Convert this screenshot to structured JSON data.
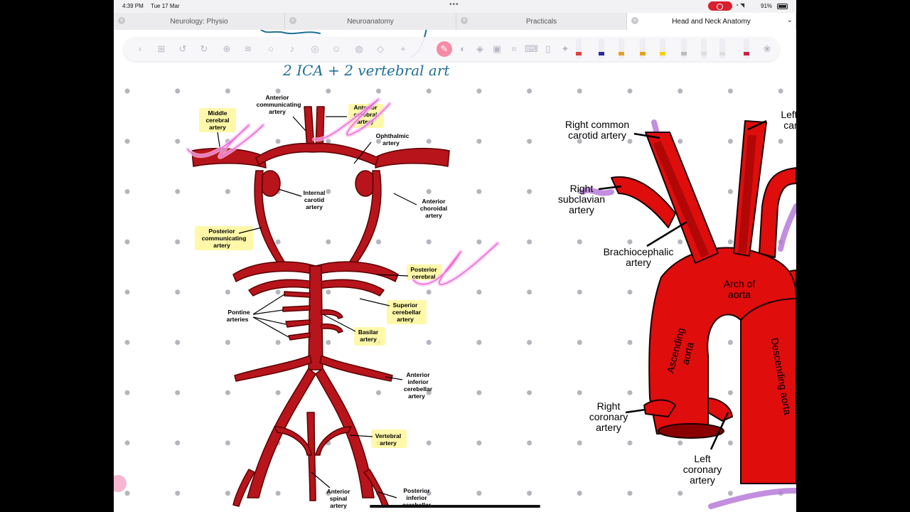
{
  "status_bar": {
    "time": "4:39 PM",
    "date": "Tue 17 Mar",
    "battery": "91%"
  },
  "tabs": [
    {
      "label": "Neurology: Physio",
      "active": false
    },
    {
      "label": "Neuroanatomy",
      "active": false
    },
    {
      "label": "Practicals",
      "active": false
    },
    {
      "label": "Head and Neck Anatomy",
      "active": true
    }
  ],
  "toolbar": {
    "icons": [
      "back-icon",
      "grid-icon",
      "undo-icon",
      "redo-icon",
      "add-page-icon",
      "layers-icon",
      "search-icon",
      "microphone-icon",
      "lasso-icon",
      "sticker-icon",
      "globe-icon",
      "shapes-icon",
      "plus-icon"
    ],
    "tools": [
      "pen-icon",
      "eraser-icon",
      "highlighter-icon",
      "image-icon",
      "crop-icon",
      "keyboard-icon",
      "book-icon",
      "wand-icon"
    ],
    "pen_colors": [
      "#e04040",
      "#2a2a9c",
      "#e8a020",
      "#e8a020",
      "#f5d000",
      "#bbbbbb",
      "#dddddd",
      "#dddddd",
      "#cc2244",
      "#ff99bb"
    ]
  },
  "handwriting": {
    "line": "2 ICA + 2 vertebral art"
  },
  "brain_diagram": {
    "labels": {
      "anterior_communicating": [
        "Anterior",
        "communicating",
        "artery"
      ],
      "middle_cerebral": [
        "Middle",
        "cerebral",
        "artery"
      ],
      "anterior_cerebral": [
        "Anterior",
        "cerebral",
        "artery"
      ],
      "ophthalmic": [
        "Ophthalmic",
        "artery"
      ],
      "internal_carotid": [
        "Internal",
        "carotid",
        "artery"
      ],
      "anterior_choroidal": [
        "Anterior",
        "choroidal",
        "artery"
      ],
      "posterior_communicating": [
        "Posterior",
        "communicating",
        "artery"
      ],
      "posterior_cerebral": [
        "Posterior",
        "cerebral"
      ],
      "pontine": [
        "Pontine",
        "arteries"
      ],
      "superior_cerebellar": [
        "Superior",
        "cerebellar",
        "artery"
      ],
      "basilar": [
        "Basilar",
        "artery"
      ],
      "anterior_inferior_cerebellar": [
        "Anterior",
        "inferior",
        "cerebellar",
        "artery"
      ],
      "vertebral": [
        "Vertebral",
        "artery"
      ],
      "anterior_spinal": [
        "Anterior",
        "spinal",
        "artery"
      ],
      "posterior_inferior": [
        "Posterior",
        "inferior",
        "cerebellar"
      ]
    }
  },
  "aorta_diagram": {
    "labels": {
      "right_common_carotid": [
        "Right common",
        "carotid artery"
      ],
      "left_common_carotid": [
        "Left",
        "car"
      ],
      "right_subclavian": [
        "Right",
        "subclavian",
        "artery"
      ],
      "brachiocephalic": [
        "Brachiocephalic",
        "artery"
      ],
      "arch": [
        "Arch of",
        "aorta"
      ],
      "ascending": [
        "Ascending",
        "aorta"
      ],
      "descending": "Descending aorta",
      "right_coronary": [
        "Right",
        "coronary",
        "artery"
      ],
      "left_coronary": [
        "Left",
        "coronary",
        "artery"
      ]
    }
  },
  "colors": {
    "artery_red": "#b8141c",
    "aorta_red": "#e00d0d",
    "highlight": "#fff79a",
    "pink_ink": "#f06ad8",
    "blue_ink": "#1e6f96",
    "purple_ink": "#b77ad8",
    "accent": "#f58ba6"
  }
}
